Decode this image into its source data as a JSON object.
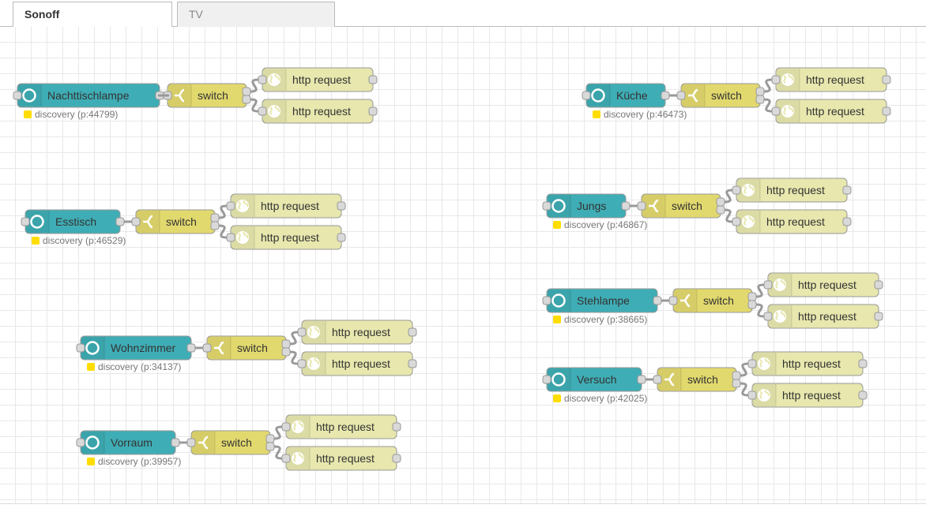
{
  "tabs": [
    {
      "label": "Sonoff",
      "active": true
    },
    {
      "label": "TV",
      "active": false
    }
  ],
  "labels": {
    "switch": "switch",
    "http_request": "http request"
  },
  "colors": {
    "input_node": "#3fadb5",
    "switch_node": "#e2d96e",
    "http_node": "#e7e7ae",
    "status_dot": "#ffdd00",
    "wire": "#999999"
  },
  "icons": {
    "input": "circle-ring-icon",
    "switch": "fork-icon",
    "http": "globe-icon"
  },
  "flows": [
    {
      "name": "Nachttischlampe",
      "status": "discovery (p:44799)"
    },
    {
      "name": "Esstisch",
      "status": "discovery (p:46529)"
    },
    {
      "name": "Wohnzimmer",
      "status": "discovery (p:34137)"
    },
    {
      "name": "Vorraum",
      "status": "discovery (p:39957)"
    },
    {
      "name": "Küche",
      "status": "discovery (p:46473)"
    },
    {
      "name": "Jungs",
      "status": "discovery (p:46867)"
    },
    {
      "name": "Stehlampe",
      "status": "discovery (p:38665)"
    },
    {
      "name": "Versuch",
      "status": "discovery (p:42025)"
    }
  ]
}
